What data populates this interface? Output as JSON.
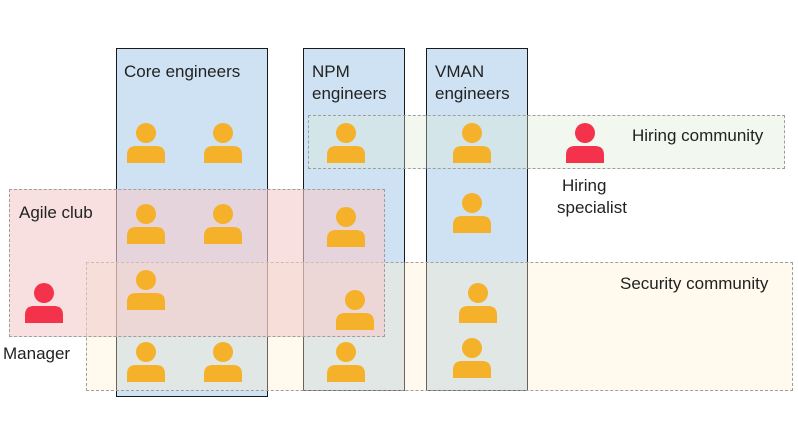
{
  "teams": {
    "core": {
      "title": "Core engineers"
    },
    "npm": {
      "title_line1": "NPM",
      "title_line2": "engineers"
    },
    "vman": {
      "title_line1": "VMAN",
      "title_line2": "engineers"
    }
  },
  "communities": {
    "agile": {
      "title": "Agile club"
    },
    "hiring": {
      "title": "Hiring community"
    },
    "security": {
      "title": "Security community"
    }
  },
  "roles": {
    "hiring_specialist": {
      "line1": "Hiring",
      "line2": "specialist"
    },
    "manager": {
      "label": "Manager"
    }
  },
  "colors": {
    "engineer": "#f4b129",
    "special_role": "#f4324b",
    "team_fill": "#cfe2f3",
    "agile_fill": "#f4cccc",
    "hiring_fill": "#d9ead3",
    "security_fill": "#fff2cc"
  }
}
